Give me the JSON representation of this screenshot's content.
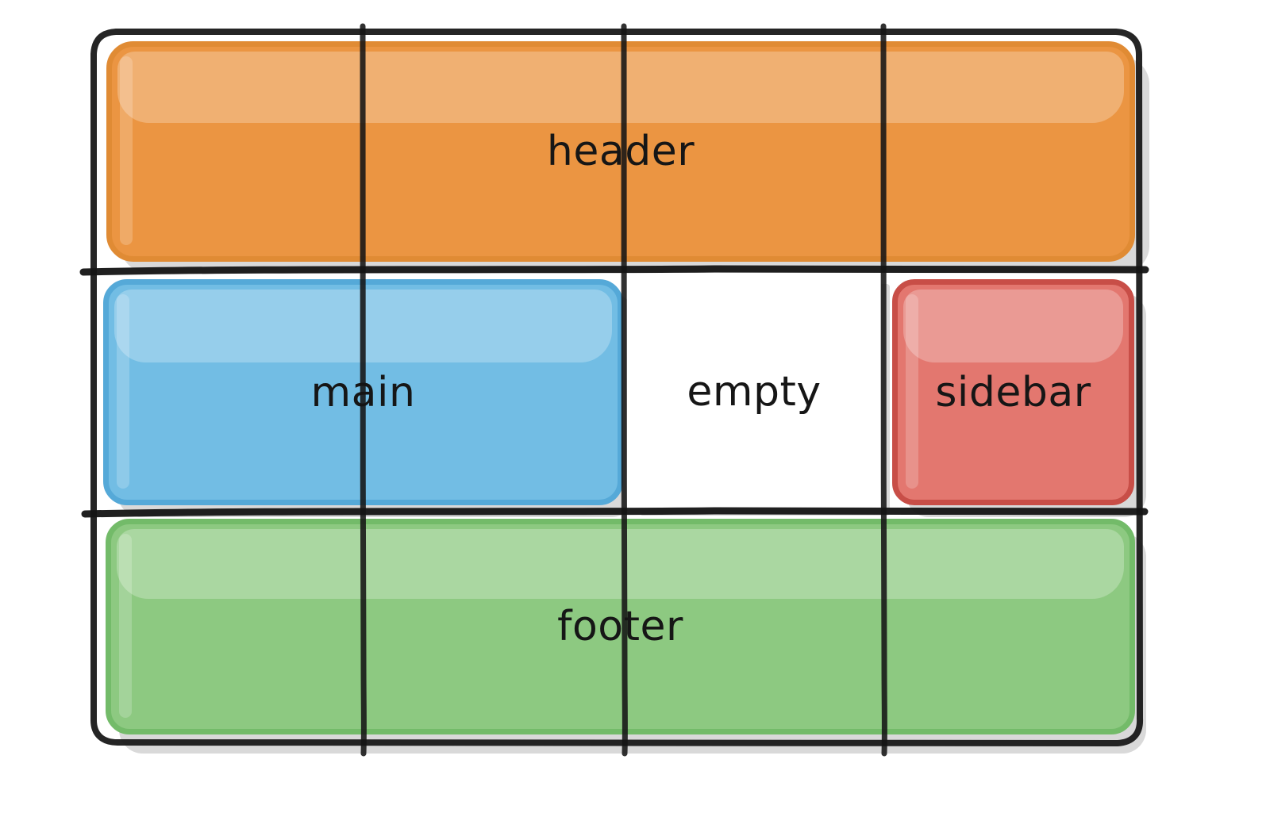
{
  "diagram": {
    "kind": "css-grid-layout-sketch",
    "style": "hand-drawn",
    "background": "#ffffff",
    "container": {
      "name": "grid-container",
      "stroke": "#141414",
      "columns": 4,
      "rows": 3
    },
    "grid_lines": {
      "vertical_x": [
        118,
        458,
        787,
        1114,
        1436
      ],
      "horizontal_y": [
        40,
        340,
        645,
        935
      ],
      "color": "#141414"
    },
    "areas": [
      {
        "id": "header",
        "label": "header",
        "fill": "#EB9542",
        "stroke": "#E08B34",
        "column_start": 1,
        "column_end": 5,
        "row": 1
      },
      {
        "id": "main",
        "label": "main",
        "fill": "#72BDE4",
        "stroke": "#55A9D8",
        "column_start": 1,
        "column_end": 3,
        "row": 2
      },
      {
        "id": "empty",
        "label": "empty",
        "fill": "#FFFFFF",
        "stroke": "none",
        "column_start": 3,
        "column_end": 4,
        "row": 2
      },
      {
        "id": "sidebar",
        "label": "sidebar",
        "fill": "#E3776F",
        "stroke": "#C84E47",
        "column_start": 4,
        "column_end": 5,
        "row": 2
      },
      {
        "id": "footer",
        "label": "footer",
        "fill": "#8DC981",
        "stroke": "#73BB69",
        "column_start": 1,
        "column_end": 5,
        "row": 3
      }
    ],
    "shadow_color": "#d9d9d9"
  }
}
